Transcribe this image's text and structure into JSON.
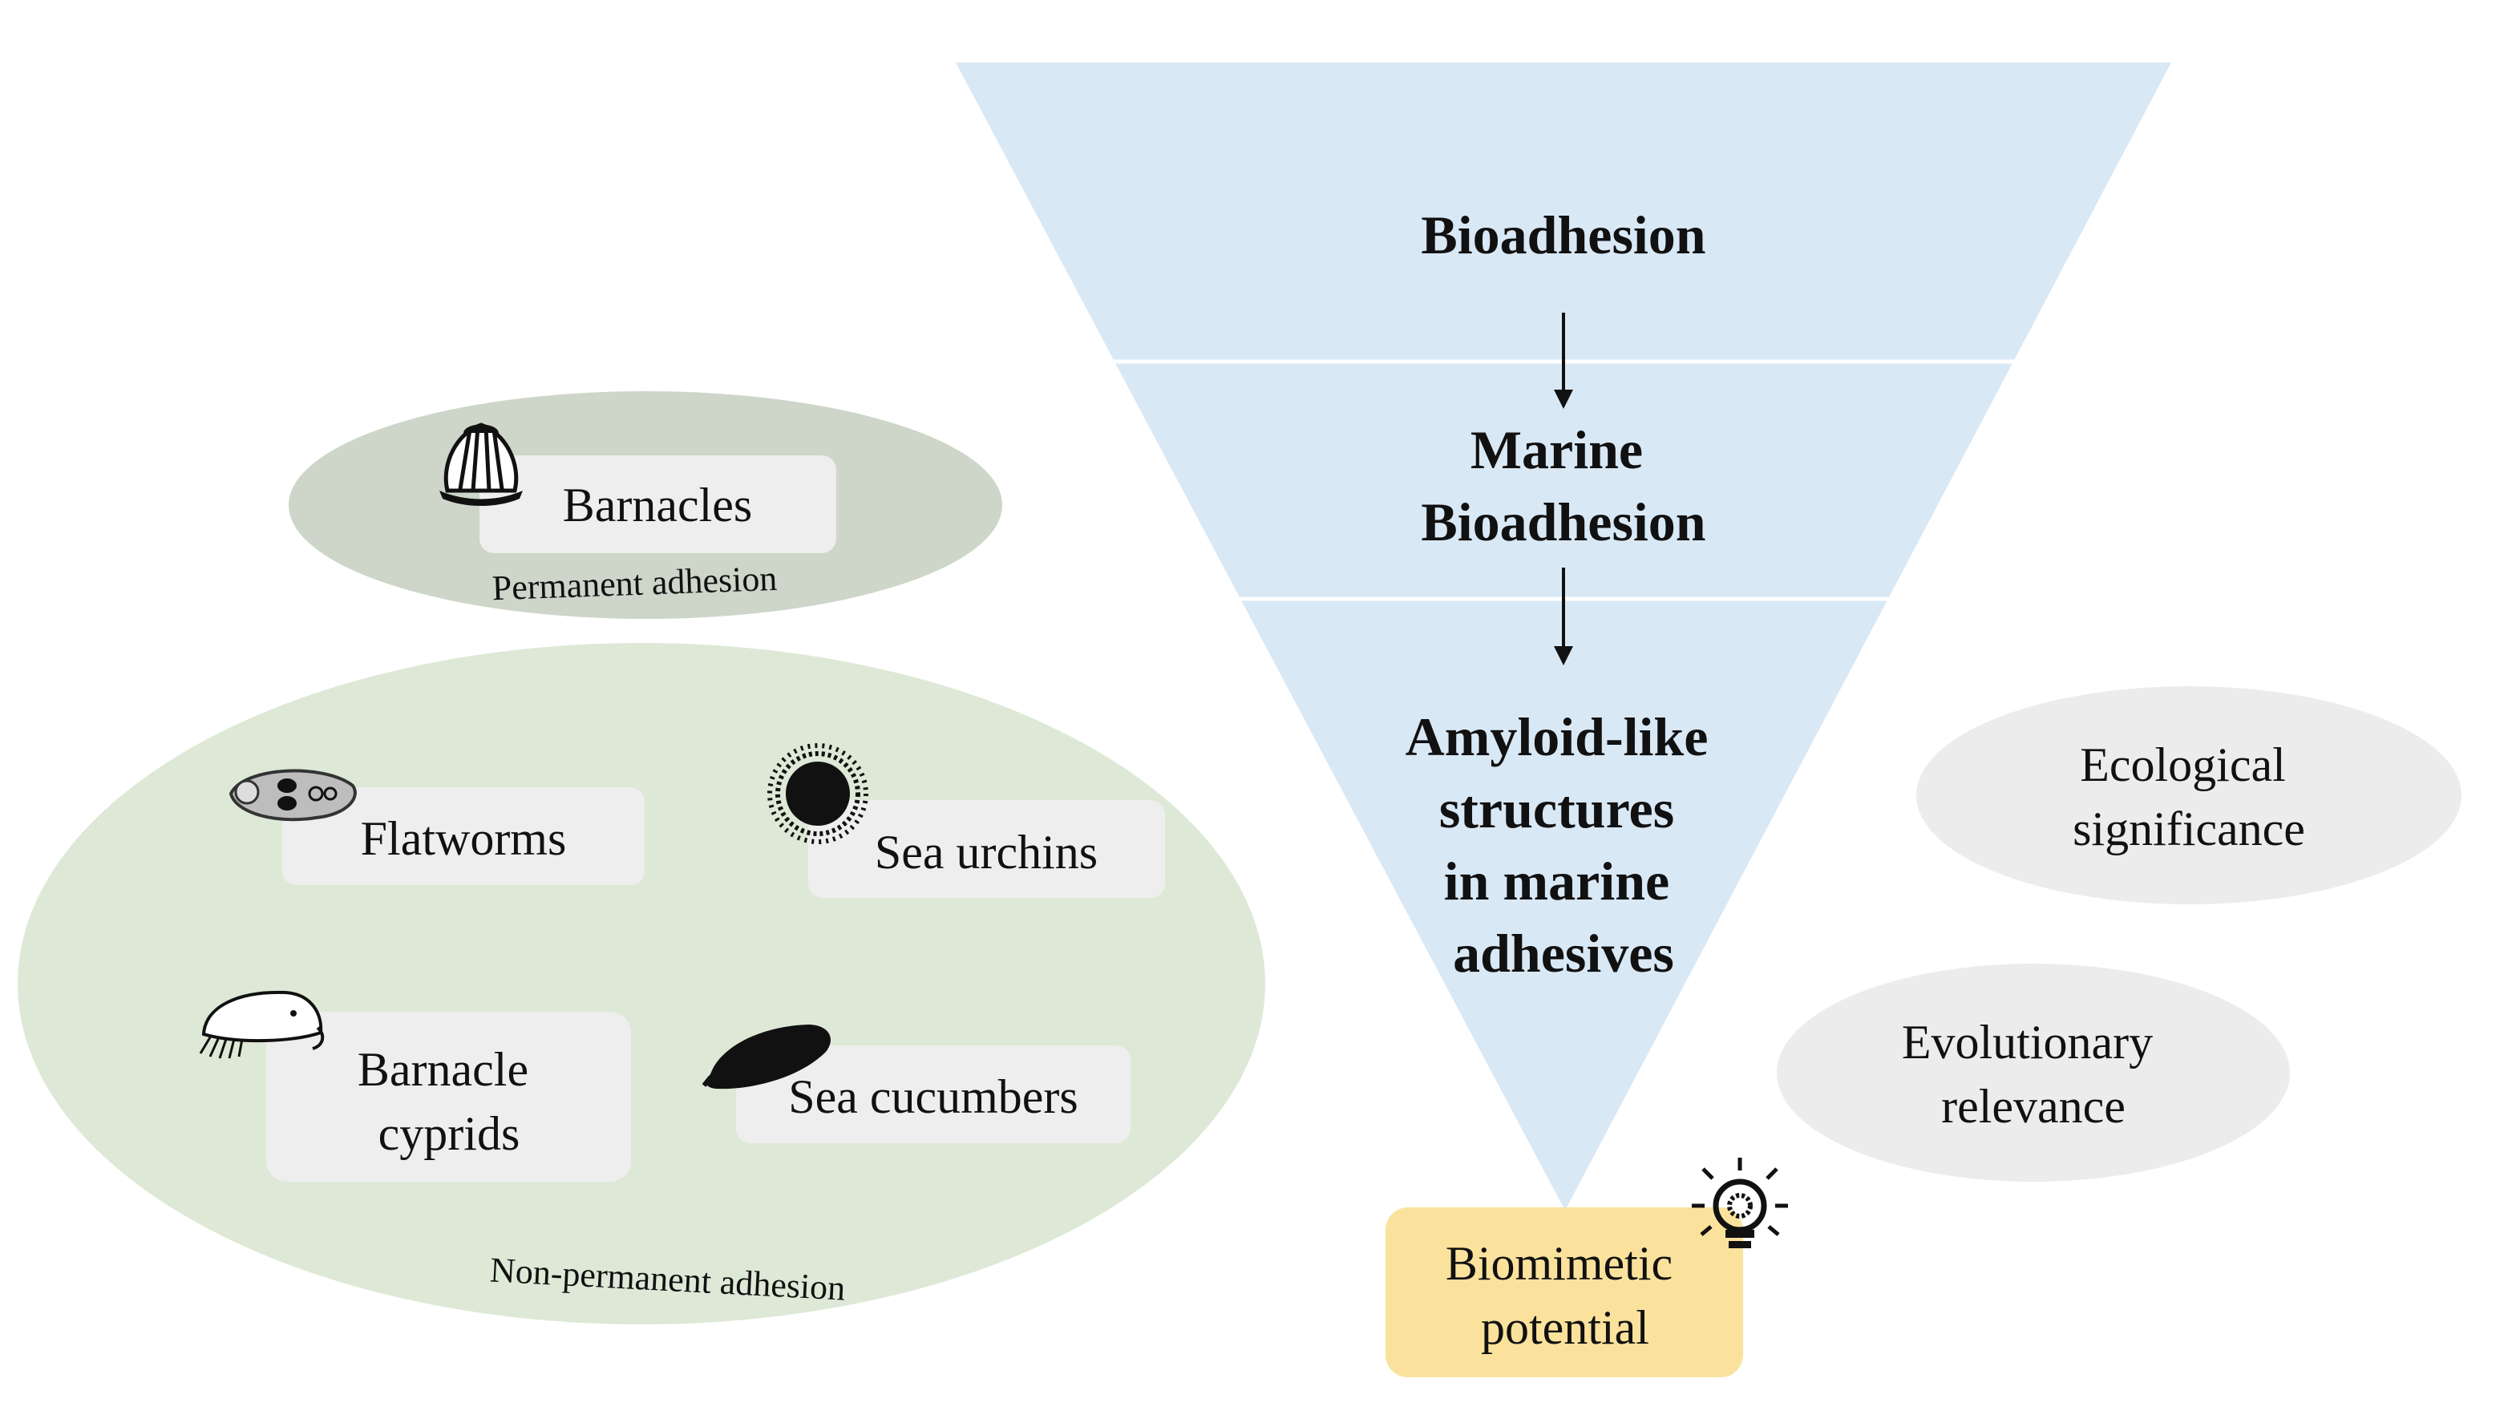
{
  "colors": {
    "funnel": "#d9e8f5",
    "funnel_divider": "#ffffff",
    "permanent_ellipse": "#cdd6c8",
    "nonpermanent_ellipse": "#dde9d6",
    "box": "#eeeeee",
    "side_ellipse": "#ececec",
    "biomimetic_box": "#fbe29c",
    "text": "#111111"
  },
  "funnel": {
    "level1": "Bioadhesion",
    "level2": [
      "Marine",
      "Bioadhesion"
    ],
    "level3": [
      "Amyloid-like",
      "structures",
      "in marine",
      "adhesives"
    ]
  },
  "permanent_group": {
    "caption": "Permanent adhesion",
    "organisms": [
      {
        "label": "Barnacles",
        "icon": "barnacle-icon"
      }
    ]
  },
  "nonpermanent_group": {
    "caption": "Non-permanent adhesion",
    "organisms": [
      {
        "label": [
          "Flatworms"
        ],
        "icon": "flatworm-icon"
      },
      {
        "label": [
          "Sea urchins"
        ],
        "icon": "sea-urchin-icon"
      },
      {
        "label": [
          "Barnacle",
          "cyprids"
        ],
        "icon": "cyprid-icon"
      },
      {
        "label": [
          "Sea cucumbers"
        ],
        "icon": "sea-cucumber-icon"
      }
    ]
  },
  "side_notes": {
    "ecological": [
      "Ecological",
      "significance"
    ],
    "evolutionary": [
      "Evolutionary",
      "relevance"
    ]
  },
  "biomimetic": {
    "label": [
      "Biomimetic",
      "potential"
    ],
    "icon": "lightbulb-icon"
  }
}
